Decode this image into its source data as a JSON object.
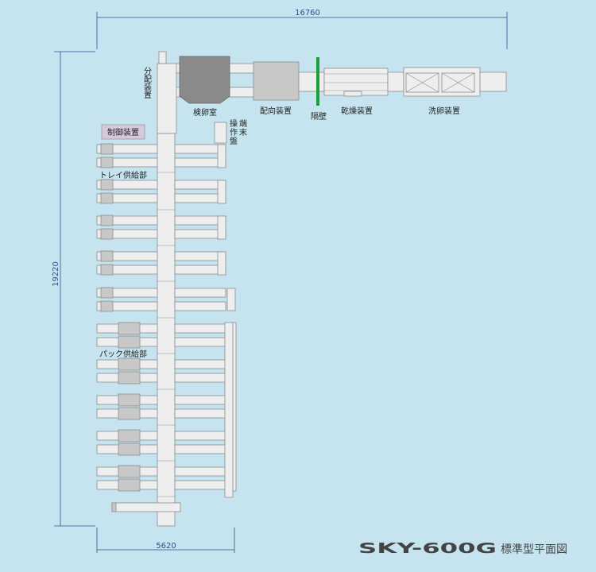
{
  "colors": {
    "background": "#c6e4ef",
    "dimension": "#2f4e8c",
    "equipment": "#eeeeee",
    "equipment_dark": "#8a8a8a",
    "equipment_grey": "#c8c8c8",
    "outline": "#8c8c8c",
    "partition": "#1aa035",
    "control_fill": "#d7c9dc",
    "text": "#222222",
    "title": "#444444"
  },
  "dimensions": {
    "total_width": "16760",
    "total_height": "19220",
    "lower_width": "5620"
  },
  "labels": {
    "distributor": [
      "分",
      "配",
      "装",
      "置"
    ],
    "inspection_room": "検卵室",
    "orienter": "配向装置",
    "partition": "隔壁",
    "dryer": "乾燥装置",
    "washer": "洗卵装置",
    "control_device": "制御装置",
    "operation_terminal_col1": [
      "操",
      "作",
      "盤"
    ],
    "operation_terminal_col2": [
      "端",
      "末"
    ],
    "tray_supply": "トレイ供給部",
    "pack_supply": "パック供給部"
  },
  "title": {
    "model": "SKY-600G",
    "caption": "標準型平面図"
  }
}
